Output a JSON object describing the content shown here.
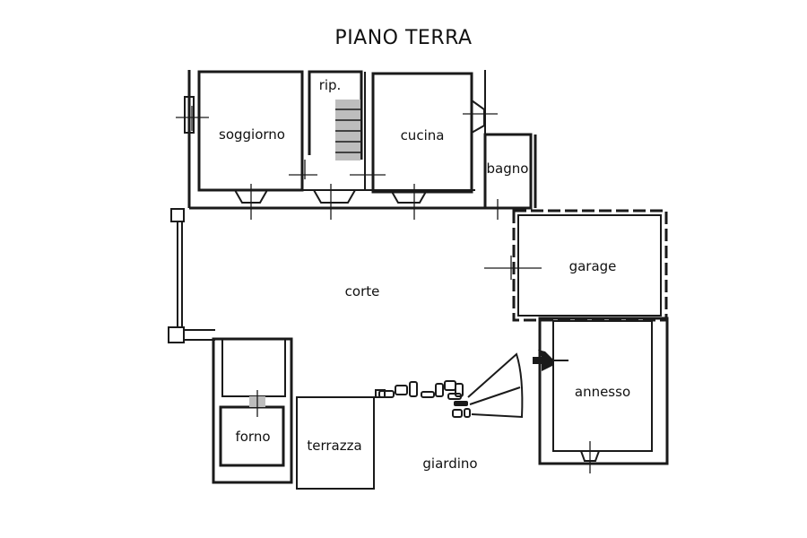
{
  "title": "PIANO TERRA",
  "rooms": {
    "soggiorno": "soggiorno",
    "ripostiglio": "rip.",
    "cucina": "cucina",
    "bagno": "bagno",
    "corte": "corte",
    "garage": "garage",
    "annesso": "annesso",
    "forno": "forno",
    "terrazza": "terrazza",
    "giardino": "giardino"
  }
}
